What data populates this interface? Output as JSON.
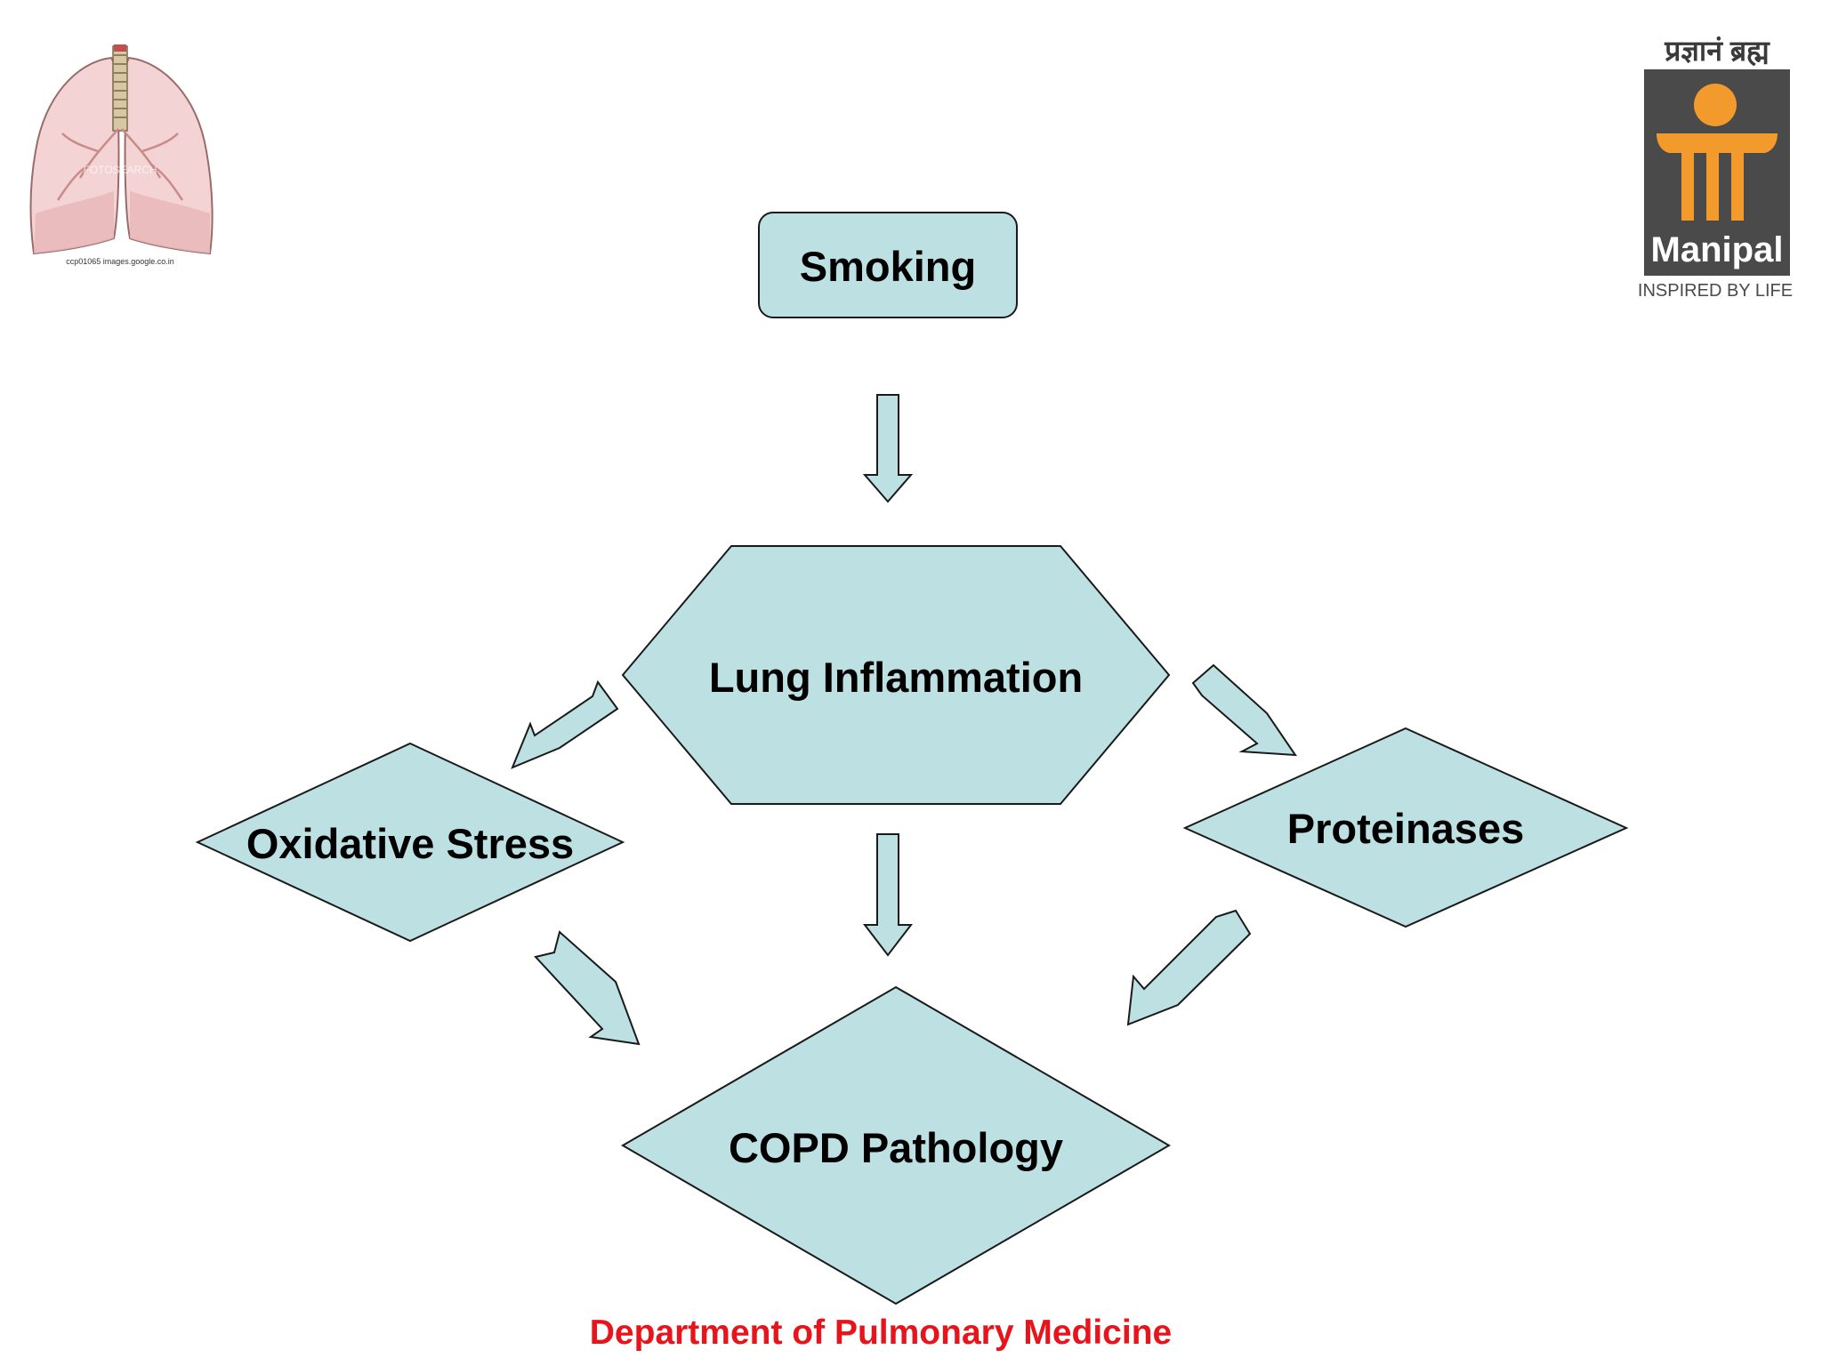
{
  "nodes": {
    "smoking": "Smoking",
    "lung_inflammation": "Lung Inflammation",
    "oxidative_stress": "Oxidative Stress",
    "proteinases": "Proteinases",
    "copd_pathology": "COPD Pathology"
  },
  "footer": {
    "department": "Department of Pulmonary Medicine"
  },
  "logo_left": {
    "caption": "ccp01065 images.google.co.in",
    "watermark": "FOTOSEARCH"
  },
  "logo_right": {
    "motto": "प्रज्ञानं ब्रह्म",
    "brand": "Manipal",
    "tagline": "INSPIRED BY LIFE"
  },
  "colors": {
    "shape_fill": "#bde0e3",
    "shape_stroke": "#1a1a1a",
    "footer_text": "#e8141b",
    "logo_orange": "#f39a2d",
    "logo_dark": "#4a4a4a"
  },
  "icons": {
    "left_logo": "lungs-illustration",
    "right_logo": "manipal-logo"
  }
}
